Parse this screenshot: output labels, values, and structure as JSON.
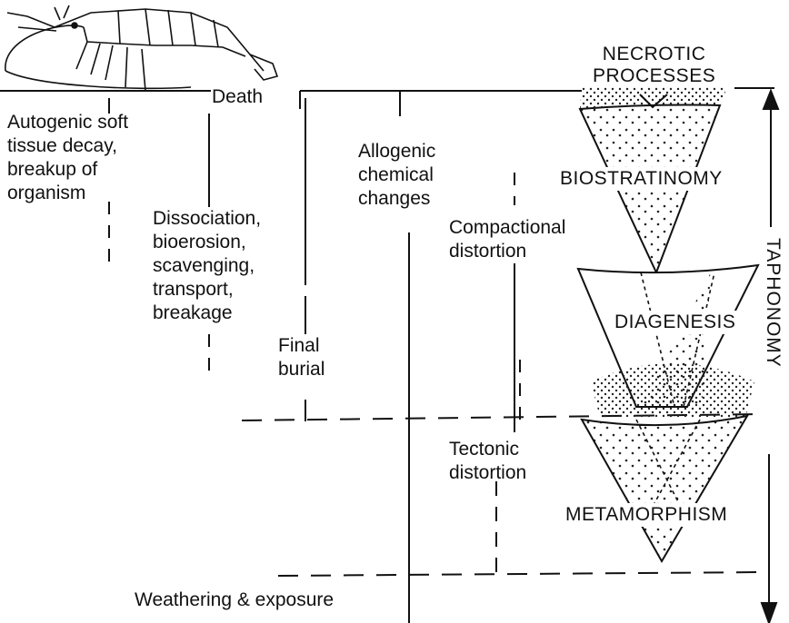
{
  "labels": {
    "death": "Death",
    "autogenic": "Autogenic soft\ntissue decay,\nbreakup of\norganism",
    "dissociation": "Dissociation,\nbioerosion,\nscavenging,\ntransport,\nbreakage",
    "final_burial": "Final\nburial",
    "allogenic": "Allogenic\nchemical\nchanges",
    "compactional": "Compactional\ndistortion",
    "tectonic": "Tectonic\ndistortion",
    "weathering": "Weathering & exposure"
  },
  "stages": {
    "necrotic": "NECROTIC\nPROCESSES",
    "biostratinomy": "BIOSTRATINOMY",
    "diagenesis": "DIAGENESIS",
    "metamorphism": "METAMORPHISM"
  },
  "axis": {
    "taphonomy": "TAPHONOMY"
  }
}
